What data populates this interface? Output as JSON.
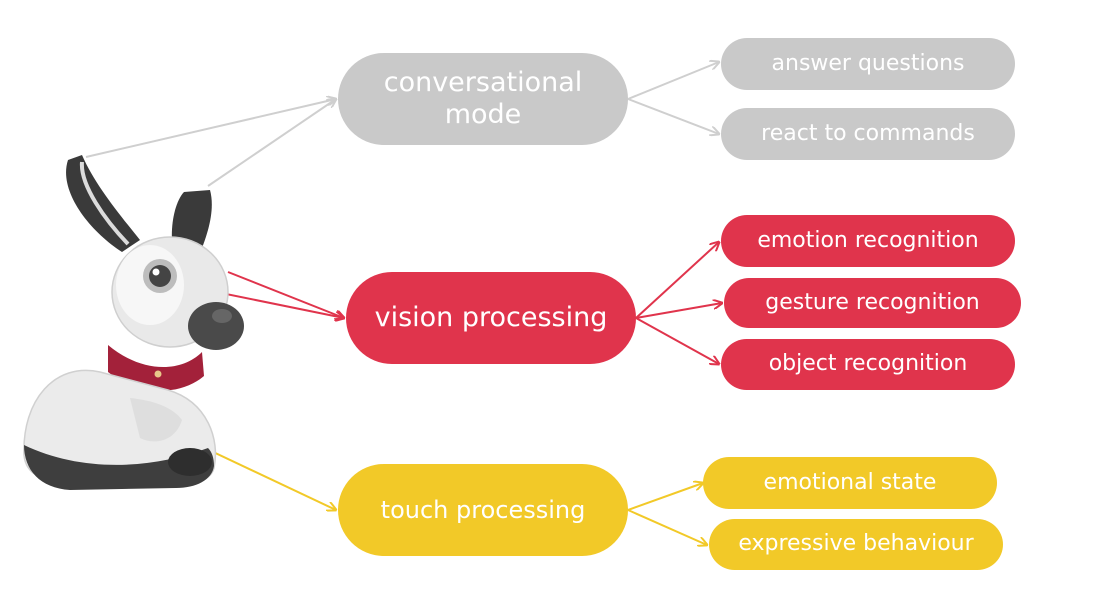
{
  "colors": {
    "gray": "#c9c9c9",
    "red": "#e0344c",
    "yellow": "#f2c928"
  },
  "robot": {
    "icon": "robot-dog-icon",
    "collar_color": "#a3213a"
  },
  "branches": {
    "conversational": {
      "label": "conversational mode",
      "leaves": [
        "answer questions",
        "react to commands"
      ]
    },
    "vision": {
      "label": "vision processing",
      "leaves": [
        "emotion recognition",
        "gesture recognition",
        "object recognition"
      ]
    },
    "touch": {
      "label": "touch processing",
      "leaves": [
        "emotional state",
        "expressive behaviour"
      ]
    }
  }
}
